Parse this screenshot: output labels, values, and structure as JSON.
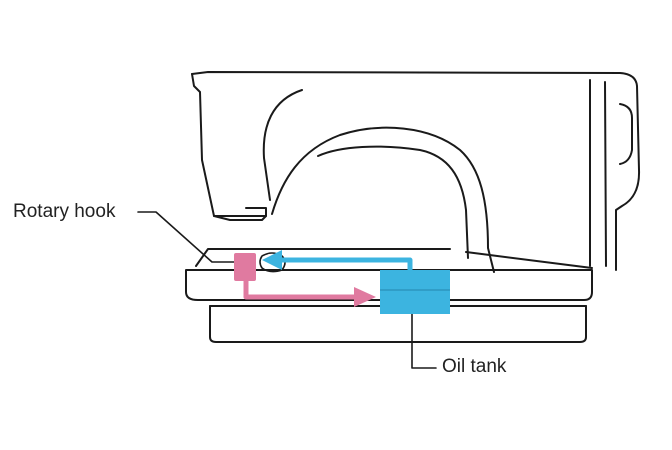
{
  "diagram": {
    "labels": {
      "rotary_hook": "Rotary hook",
      "oil_tank": "Oil tank"
    },
    "colors": {
      "outline": "#1a1a1a",
      "rotary_hook": "#e07aa0",
      "oil_tank": "#3cb4e0",
      "flow_to_tank": "#e07aa0",
      "flow_to_hook": "#3cb4e0"
    },
    "flows": [
      {
        "from": "rotary_hook",
        "to": "oil_tank",
        "color": "pink"
      },
      {
        "from": "oil_tank",
        "to": "rotary_hook",
        "color": "blue"
      }
    ]
  }
}
